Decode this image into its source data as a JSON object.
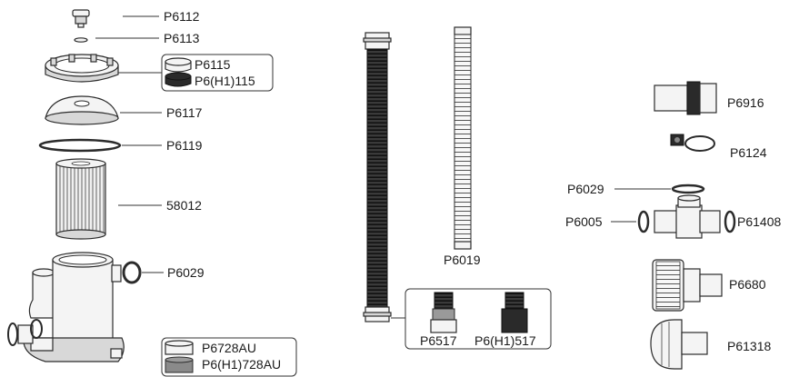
{
  "parts": {
    "p6112": "P6112",
    "p6113": "P6113",
    "p6115": "P6115",
    "p6h1_115": "P6(H1)115",
    "p6117": "P6117",
    "p6119": "P6119",
    "c58012": "58012",
    "p6029_left": "P6029",
    "p6728au": "P6728AU",
    "p6h1_728au": "P6(H1)728AU",
    "p6019": "P6019",
    "p6517": "P6517",
    "p6h1_517": "P6(H1)517",
    "p6916": "P6916",
    "p6124": "P6124",
    "p6029_right": "P6029",
    "p6005": "P6005",
    "p61408": "P61408",
    "p6680": "P6680",
    "p61318": "P61318"
  },
  "colors": {
    "line": "#333333",
    "part_fill": "#f4f4f4",
    "dark_part": "#2a2a2a",
    "label": "#1a1a1a"
  }
}
